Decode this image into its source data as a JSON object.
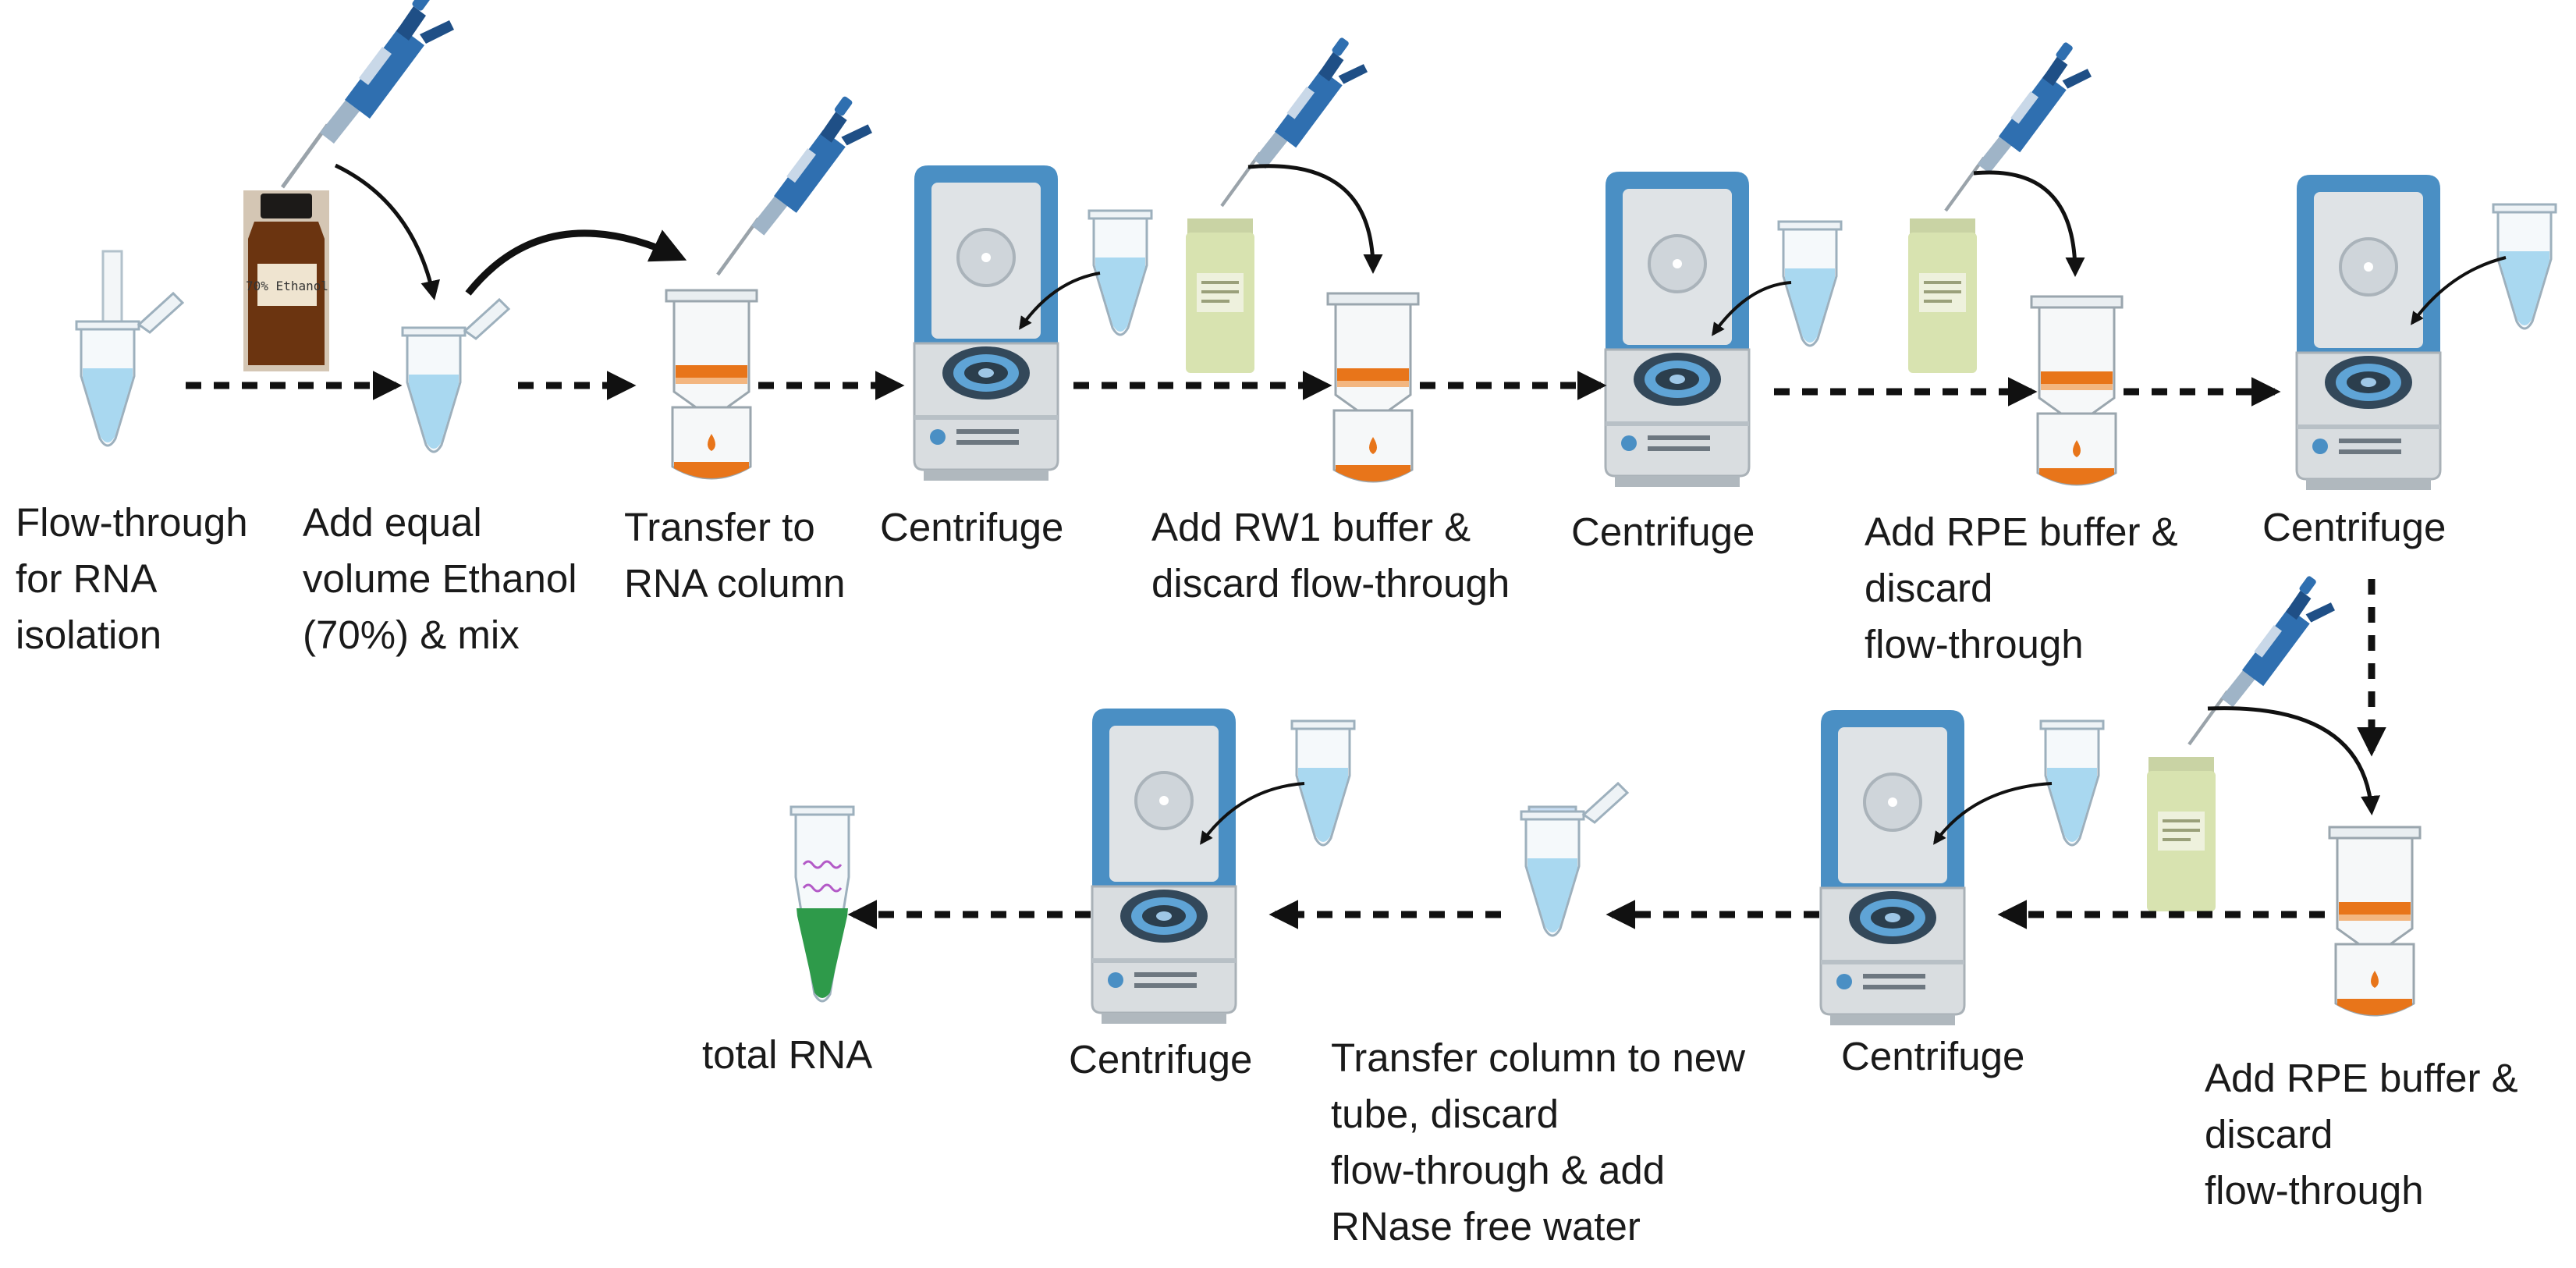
{
  "steps": [
    {
      "id": "s1",
      "lines": [
        "Flow-through",
        "for RNA",
        "isolation"
      ]
    },
    {
      "id": "s2",
      "lines": [
        "Add equal",
        "volume Ethanol",
        "(70%) & mix"
      ]
    },
    {
      "id": "s3",
      "lines": [
        "Transfer to",
        "RNA column"
      ]
    },
    {
      "id": "s4",
      "lines": [
        "Centrifuge"
      ]
    },
    {
      "id": "s5",
      "lines": [
        "Add RW1 buffer &",
        "discard flow-through"
      ]
    },
    {
      "id": "s6",
      "lines": [
        "Centrifuge"
      ]
    },
    {
      "id": "s7",
      "lines": [
        "Add RPE buffer &",
        "discard",
        "flow-through"
      ]
    },
    {
      "id": "s8",
      "lines": [
        "Centrifuge"
      ]
    },
    {
      "id": "s9",
      "lines": [
        "Add RPE buffer &",
        "discard",
        "flow-through"
      ]
    },
    {
      "id": "s10",
      "lines": [
        "Centrifuge"
      ]
    },
    {
      "id": "s11",
      "lines": [
        "Transfer column to new",
        "tube, discard",
        "flow-through & add",
        "RNase free water"
      ]
    },
    {
      "id": "s12",
      "lines": [
        "Centrifuge"
      ]
    },
    {
      "id": "s13",
      "lines": [
        "total RNA"
      ]
    }
  ],
  "bottle_label": "70% Ethanol",
  "colors": {
    "pipette_blue": "#2f6fb0",
    "tube_liquid": "#a9d8f0",
    "column_orange": "#e8751a",
    "centrifuge_body": "#d9dde0",
    "centrifuge_lid": "#4a8fc4",
    "rna_green": "#2e9a4a",
    "arrow": "#111111",
    "bottle_amber": "#6b3410",
    "buffer_bottle": "#d8e3b0"
  },
  "icons": [
    "tube-icon",
    "pipette-icon",
    "bottle-icon",
    "column-icon",
    "centrifuge-icon",
    "buffer-bottle-icon",
    "arrow-icon"
  ]
}
